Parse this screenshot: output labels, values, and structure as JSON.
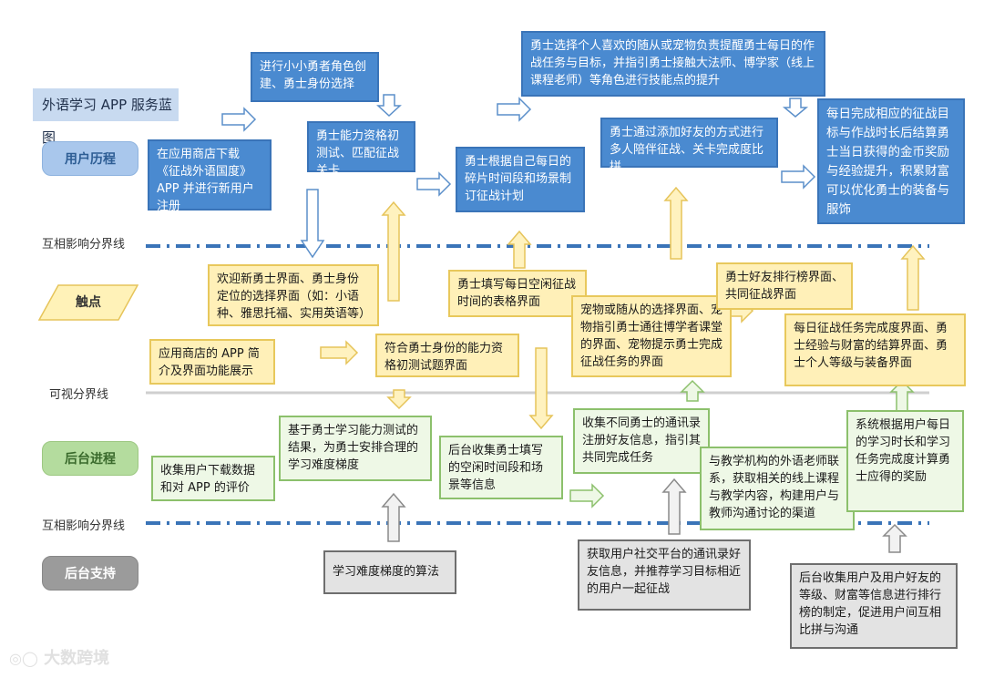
{
  "title": "外语学习 APP 服务蓝图",
  "lanes": {
    "user_journey": "用户历程",
    "touchpoint": "触点",
    "backstage": "后台进程",
    "support": "后台支持"
  },
  "dividers": {
    "interaction_top": "互相影响分界线",
    "visibility": "可视分界线",
    "interaction_bottom": "互相影响分界线"
  },
  "user_journey": [
    "在应用商店下载《征战外语国度》APP 并进行新用户注册",
    "进行小小勇者角色创建、勇士身份选择",
    "勇士能力资格初测试、匹配征战关卡",
    "勇士根据自己每日的碎片时间段和场景制订征战计划",
    "勇士选择个人喜欢的随从或宠物负责提醒勇士每日的作战任务与目标，并指引勇士接触大法师、博学家（线上课程老师）等角色进行技能点的提升",
    "勇士通过添加好友的方式进行多人陪伴征战、关卡完成度比拼",
    "每日完成相应的征战目标与作战时长后结算勇士当日获得的金币奖励与经验提升，积累财富可以优化勇士的装备与服饰"
  ],
  "touchpoints": [
    "应用商店的 APP 简介及界面功能展示",
    "欢迎新勇士界面、勇士身份定位的选择界面（如：小语种、雅思托福、实用英语等）",
    "符合勇士身份的能力资格初测试题界面",
    "勇士填写每日空闲征战时间的表格界面",
    "宠物或随从的选择界面、宠物指引勇士通往博学者课堂的界面、宠物提示勇士完成征战任务的界面",
    "勇士好友排行榜界面、共同征战界面",
    "每日征战任务完成度界面、勇士经验与财富的结算界面、勇士个人等级与装备界面"
  ],
  "backstage": [
    "收集用户下载数据和对 APP 的评价",
    "基于勇士学习能力测试的结果，为勇士安排合理的学习难度梯度",
    "后台收集勇士填写的空闲时间段和场景等信息",
    "收集不同勇士的通讯录注册好友信息，指引其共同完成任务",
    "与教学机构的外语老师联系，获取相关的线上课程与教学内容，构建用户与教师沟通讨论的渠道",
    "系统根据用户每日的学习时长和学习任务完成度计算勇士应得的奖励"
  ],
  "support": [
    "学习难度梯度的算法",
    "获取用户社交平台的通讯录好友信息，并推荐学习目标相近的用户一起征战",
    "后台收集用户及用户好友的等级、财富等信息进行排行榜的制定，促进用户间互相比拼与沟通"
  ],
  "watermark": "大数跨境",
  "colors": {
    "user_box": "#4a8ad0",
    "touch_box": "#fff0b8",
    "back_box": "#eef8e6",
    "support_box": "#e3e3e3",
    "divider": "#3a74b8"
  }
}
